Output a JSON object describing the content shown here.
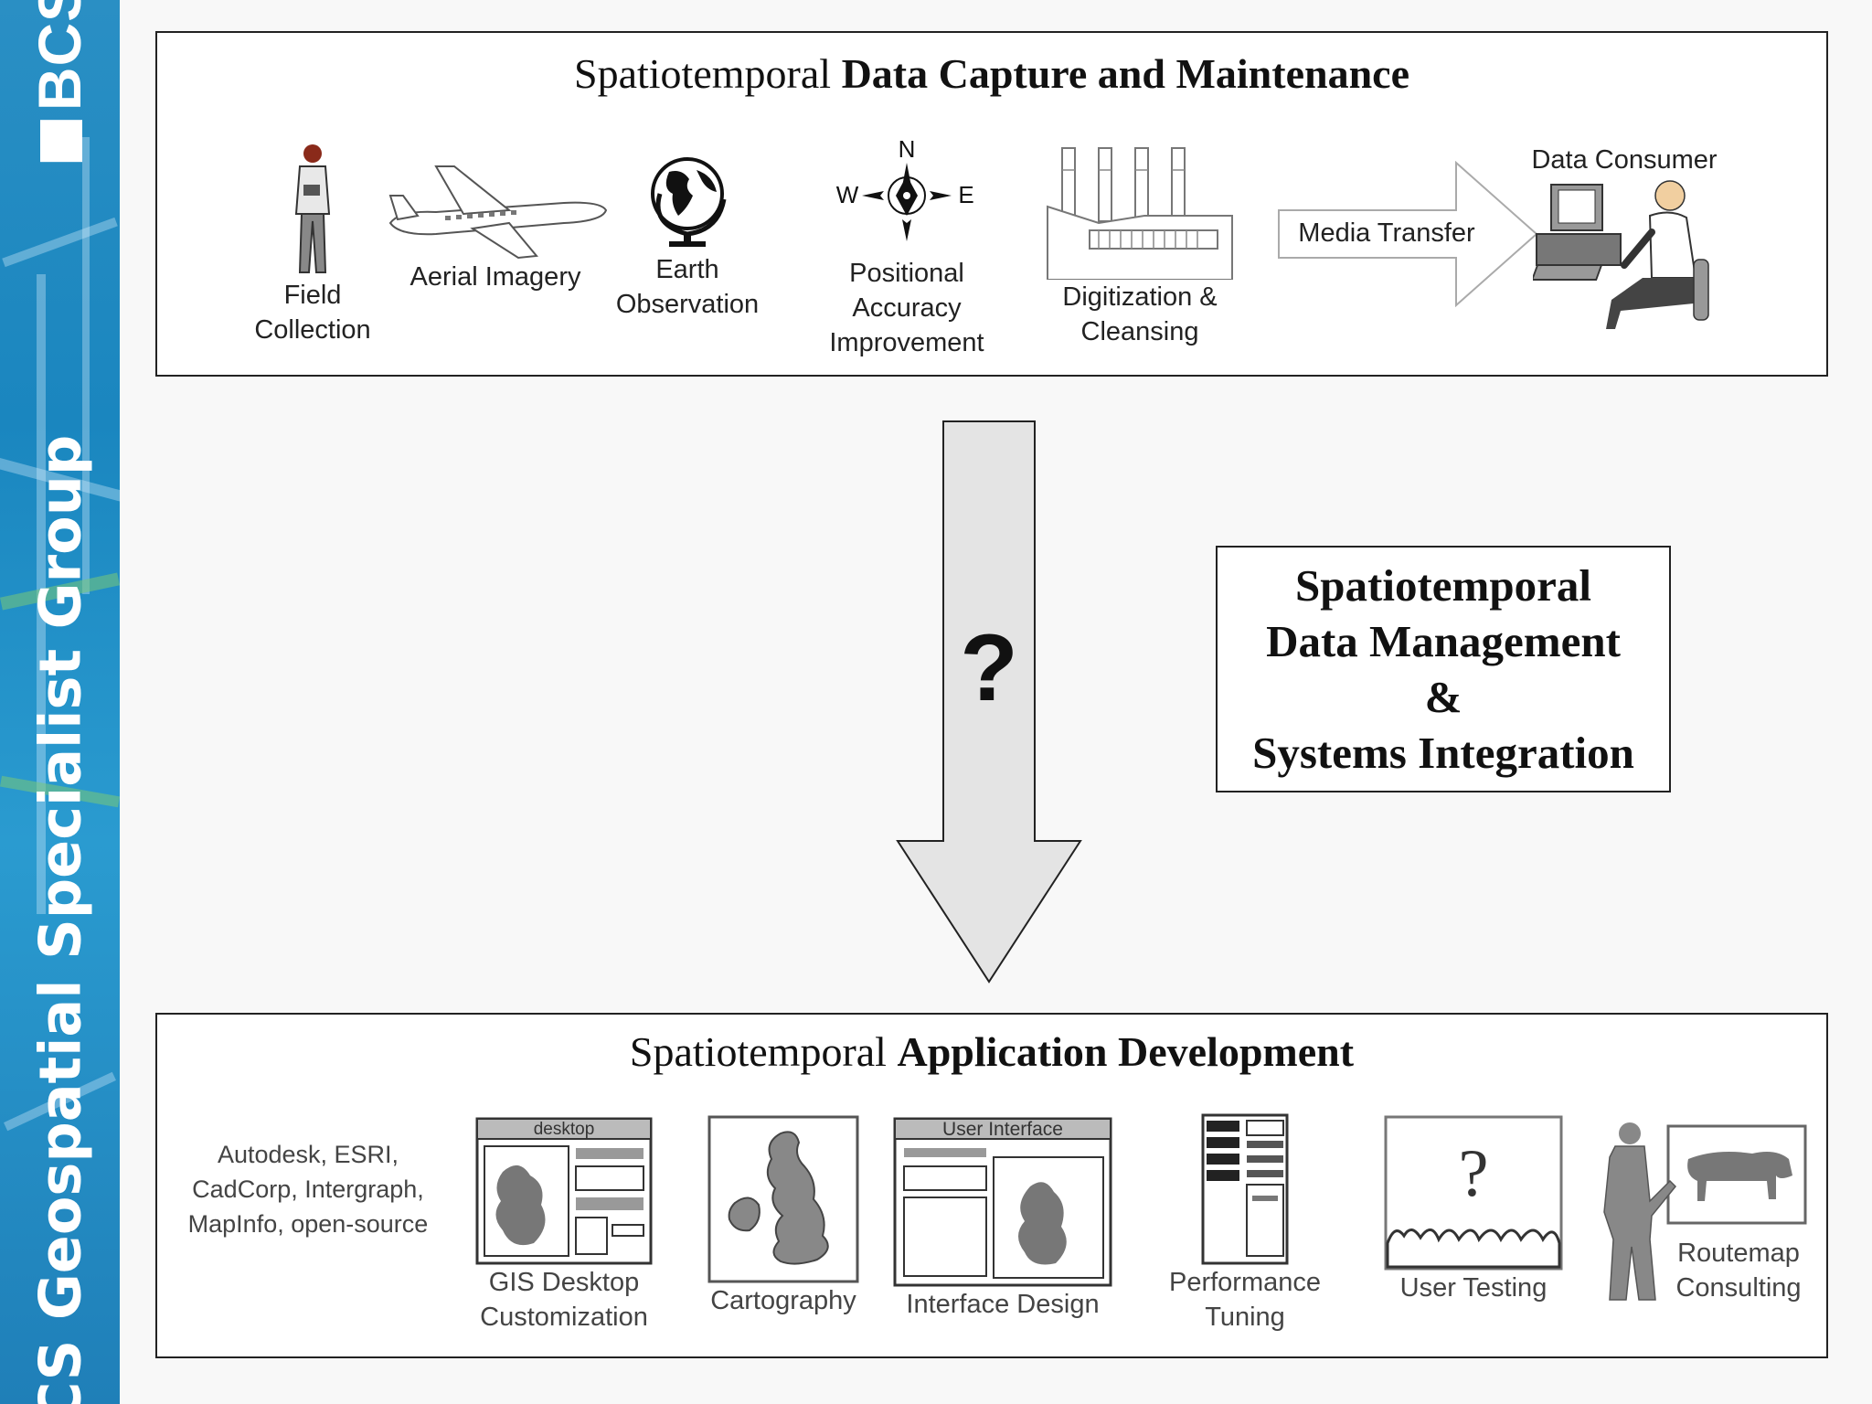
{
  "sidebar": {
    "brand_logo_text": "BCS",
    "group_name": "BCS Geospatial Specialist Group"
  },
  "capture": {
    "title_prefix": "Spatiotemporal",
    "title_bold": "Data Capture and Maintenance",
    "items": [
      {
        "label_line1": "Field",
        "label_line2": "Collection",
        "icon": "field-surveyor-icon"
      },
      {
        "label_line1": "Aerial Imagery",
        "icon": "airplane-icon"
      },
      {
        "label_line1": "Earth",
        "label_line2": "Observation",
        "icon": "globe-icon"
      },
      {
        "label_line1": "Positional",
        "label_line2": "Accuracy",
        "label_line3": "Improvement",
        "icon": "compass-icon",
        "compass": {
          "n": "N",
          "w": "W",
          "e": "E"
        }
      },
      {
        "label_line1": "Digitization &",
        "label_line2": "Cleansing",
        "icon": "factory-icon"
      },
      {
        "label_line1": "Media Transfer",
        "icon": "transfer-arrow-icon"
      },
      {
        "label_line1": "Data Consumer",
        "icon": "computer-user-icon"
      }
    ]
  },
  "middle": {
    "question_mark": "?",
    "management": {
      "line1": "Spatiotemporal",
      "line2": "Data Management",
      "line3": "&",
      "line4": "Systems Integration"
    }
  },
  "application": {
    "title_prefix": "Spatiotemporal",
    "title_bold": "Application Development",
    "vendors": {
      "line1": "Autodesk, ESRI,",
      "line2": "CadCorp, Intergraph,",
      "line3": "MapInfo, open-source"
    },
    "items": [
      {
        "label_line1": "GIS Desktop",
        "label_line2": "Customization",
        "icon": "desktop-window-icon",
        "window_caption": "desktop"
      },
      {
        "label_line1": "Cartography",
        "icon": "uk-map-icon"
      },
      {
        "label_line1": "Interface Design",
        "icon": "ui-window-icon",
        "window_caption": "User Interface"
      },
      {
        "label_line1": "Performance",
        "label_line2": "Tuning",
        "icon": "server-rack-icon"
      },
      {
        "label_line1": "User Testing",
        "icon": "audience-question-icon"
      },
      {
        "label_line1": "Routemap",
        "label_line2": "Consulting",
        "icon": "presenter-cow-icon"
      }
    ]
  }
}
